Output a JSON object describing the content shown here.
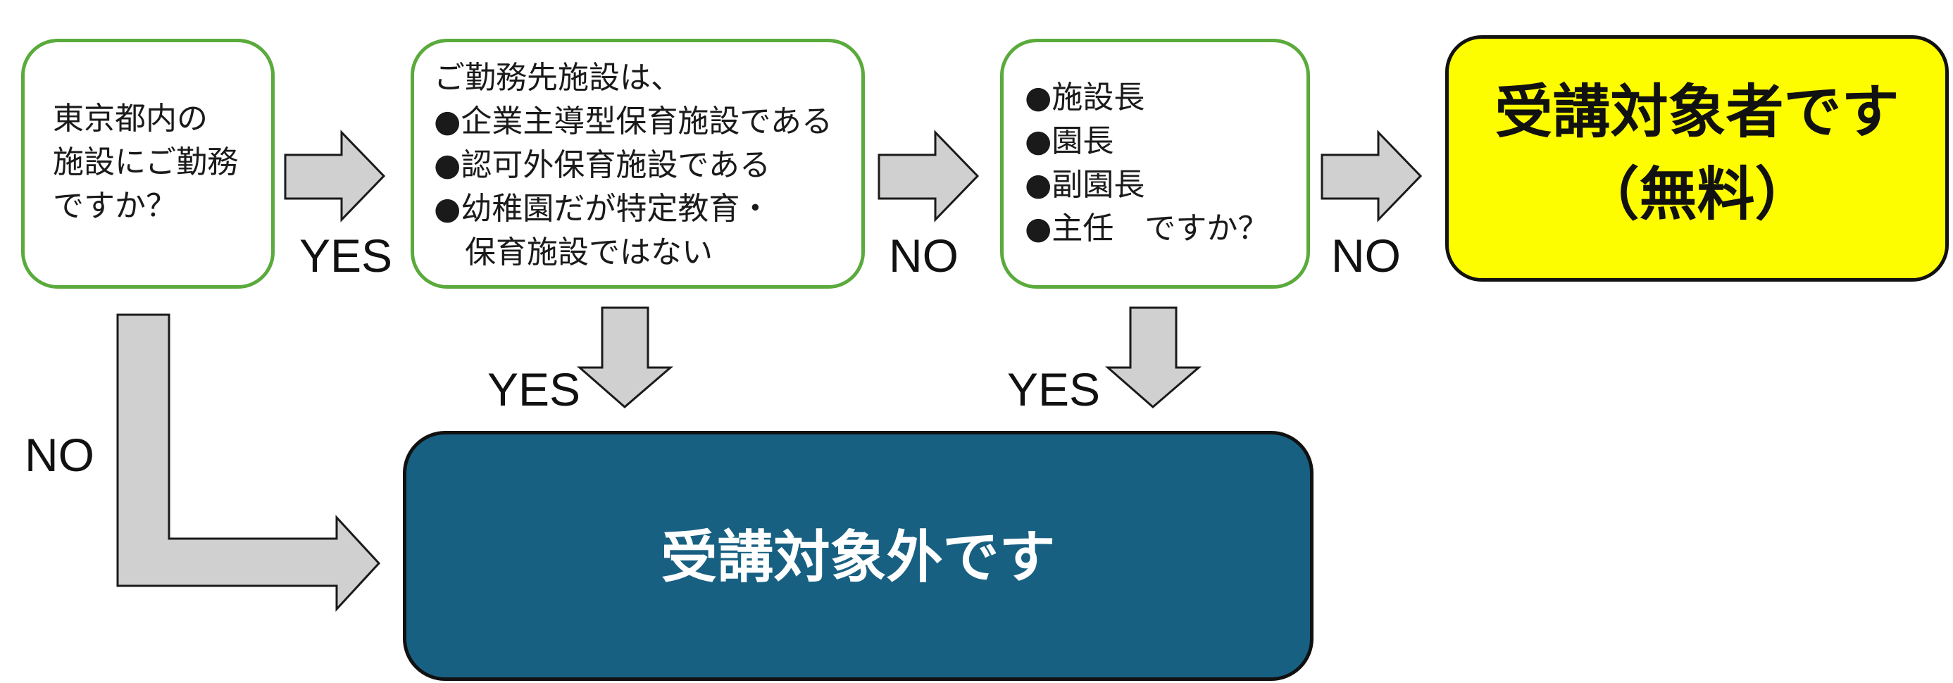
{
  "q1": {
    "lines": [
      "東京都内の",
      "施設にご勤務",
      "ですか？"
    ]
  },
  "q2": {
    "lines": [
      "ご勤務先施設は、",
      "●企業主導型保育施設である",
      "●認可外保育施設である",
      "●幼稚園だが特定教育・",
      "　保育施設ではない"
    ]
  },
  "q3": {
    "lines": [
      "●施設長",
      "●園長",
      "●副園長",
      "●主任　ですか？"
    ]
  },
  "eligible": {
    "title": "受講対象者です",
    "note": "（無料）",
    "color": "#fdfd00"
  },
  "not_eligible": {
    "title": "受講対象外です",
    "color": "#186082"
  },
  "labels": {
    "q1_to_q2": "YES",
    "q2_to_q3": "NO",
    "q3_to_eligible": "NO",
    "q2_down": "YES",
    "q3_down": "YES",
    "q1_down": "NO"
  }
}
